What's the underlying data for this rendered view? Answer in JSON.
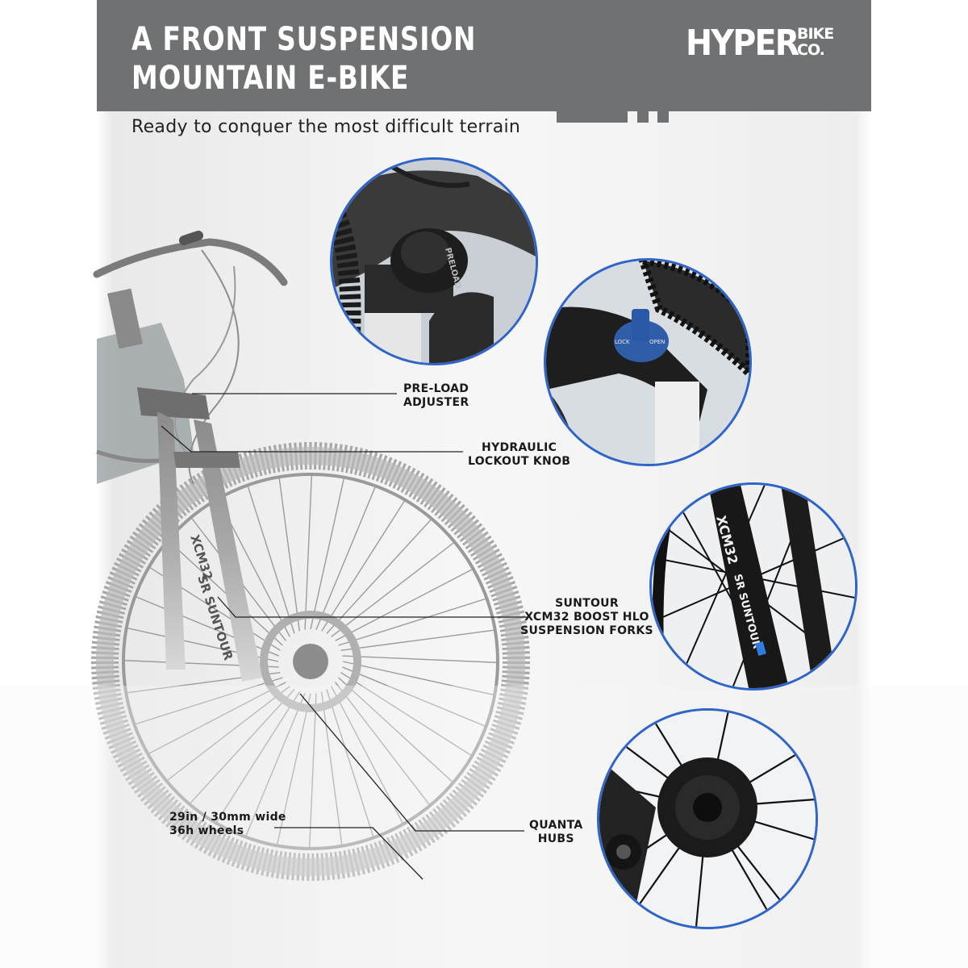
{
  "header": {
    "title_line1": "A FRONT SUSPENSION",
    "title_line2": "MOUNTAIN E-BIKE",
    "subtitle": "Ready to conquer the most difficult terrain"
  },
  "logo": {
    "main": "HYPER",
    "sub_top": "BIKE",
    "sub_bottom": "CO."
  },
  "callouts": {
    "preload": {
      "line1": "PRE-LOAD",
      "line2": "ADJUSTER"
    },
    "lockout": {
      "line1": "HYDRAULIC",
      "line2": "LOCKOUT KNOB"
    },
    "forks": {
      "line1": "SUNTOUR",
      "line2": "XCM32 BOOST HLO",
      "line3": "SUSPENSION FORKS"
    },
    "wheels": {
      "line1": "29in / 30mm wide",
      "line2": "36h wheels"
    },
    "hubs": {
      "line1": "QUANTA",
      "line2": "HUBS"
    }
  },
  "detail_images": {
    "preload_knob_label": "PRELOAD",
    "lockout_knob_labels": [
      "LOCK",
      "OPEN"
    ],
    "fork_model": "XCM32",
    "fork_brand": "SR SUNTOUR"
  },
  "colors": {
    "banner": "#6f7172",
    "accent_circle_border": "#2f64c8",
    "text": "#1a1a1a"
  }
}
